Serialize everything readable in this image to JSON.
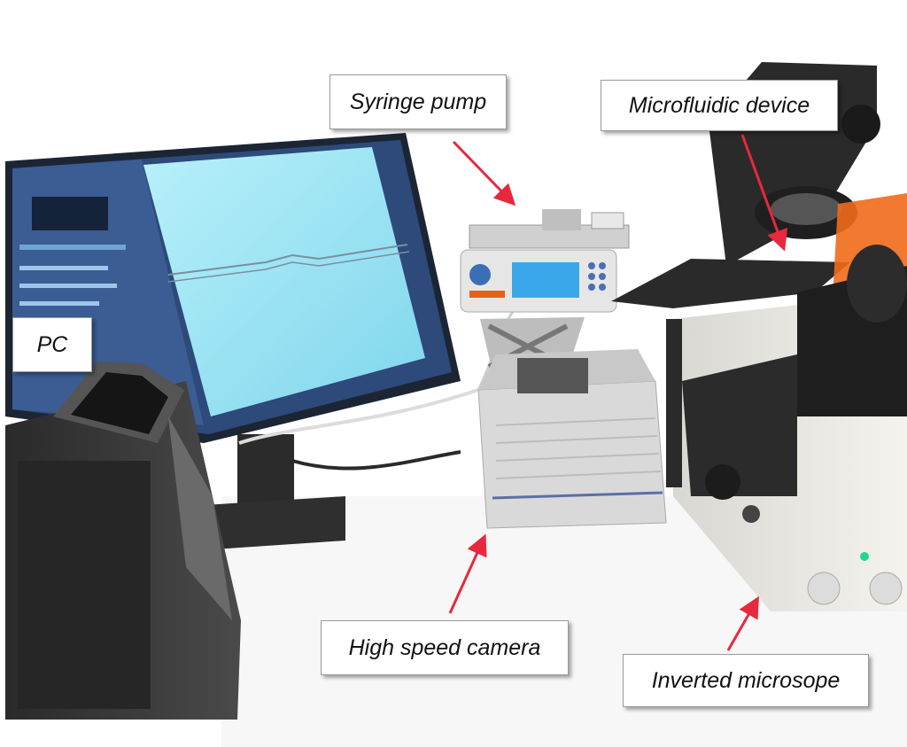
{
  "labels": {
    "syringe_pump": "Syringe pump",
    "microfluidic_device": "Microfluidic device",
    "pc": "PC",
    "high_speed_camera": "High speed camera",
    "inverted_microscope": "Inverted microsope"
  },
  "colors": {
    "arrow": "#e8283c",
    "screen": "#9fe6f2",
    "pc_case": "#3a3a3a",
    "microscope_body": "#ecebe6",
    "camera_body": "#d9d9d9",
    "orange_shield": "#f06a1a"
  }
}
